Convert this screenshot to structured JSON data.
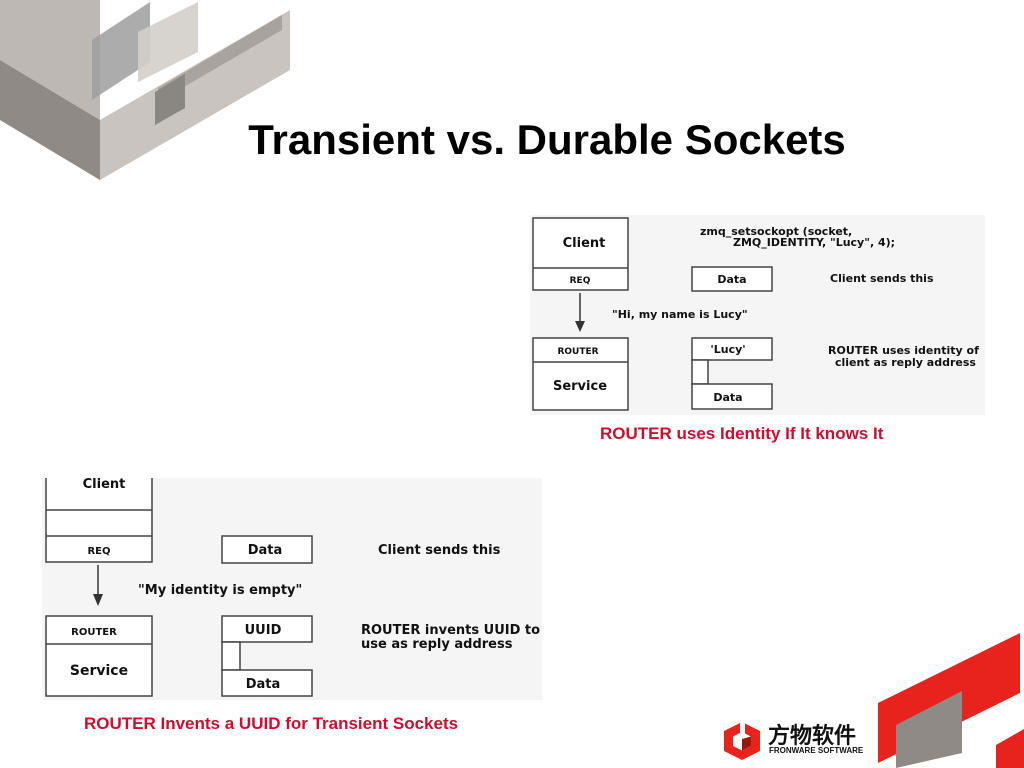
{
  "slide": {
    "title": "Transient vs. Durable Sockets"
  },
  "durable": {
    "client_label": "Client",
    "req_label": "REQ",
    "router_label": "ROUTER",
    "service_label": "Service",
    "code_line1": "zmq_setsockopt (socket,",
    "code_line2": "ZMQ_IDENTITY, \"Lucy\", 4);",
    "message": "\"Hi, my name is Lucy\"",
    "data_label": "Data",
    "client_sends": "Client sends this",
    "identity_frame": "'Lucy'",
    "reply_data_label": "Data",
    "router_note_line1": "ROUTER uses identity of",
    "router_note_line2": "client as reply address",
    "caption": "ROUTER uses Identity If It knows It"
  },
  "transient": {
    "client_label": "Client",
    "req_label": "REQ",
    "router_label": "ROUTER",
    "service_label": "Service",
    "message": "\"My identity is empty\"",
    "data_label": "Data",
    "client_sends": "Client sends this",
    "identity_frame": "UUID",
    "reply_data_label": "Data",
    "router_note_line1": "ROUTER invents UUID to",
    "router_note_line2": "use as reply address",
    "caption": "ROUTER Invents a UUID for Transient Sockets"
  },
  "logo": {
    "name_cn": "方物软件",
    "name_en": "FRONWARE SOFTWARE"
  },
  "colors": {
    "accent_red": "#c8102e",
    "logo_red": "#e8231e",
    "deco_gray": "#9b9b9b",
    "deco_light": "#d9d4cf"
  }
}
